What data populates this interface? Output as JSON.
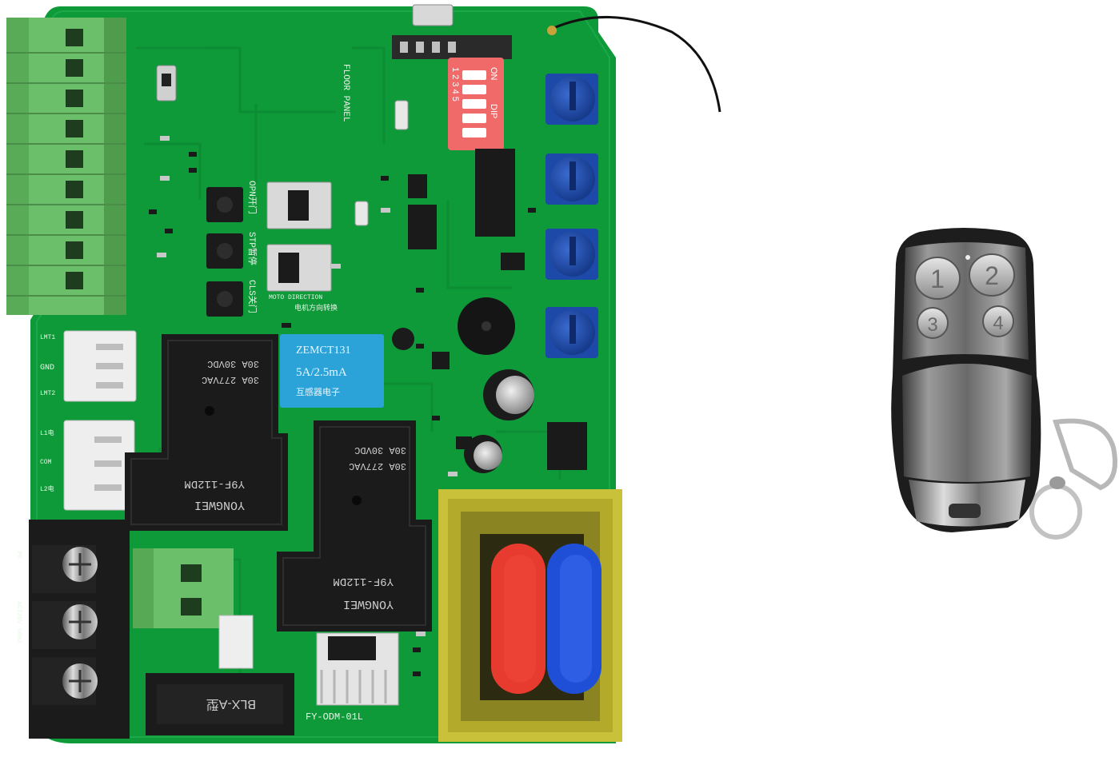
{
  "colors": {
    "pcb": "#0f9a3a",
    "pcb_dark": "#0a7a2c",
    "terminal_green": "#6cbf6a",
    "relay_black": "#1b1b1b",
    "current_sensor_blue": "#2ba3d8",
    "dip_red": "#f06a6a",
    "pot_blue": "#2457b8",
    "transformer_yellow": "#c9c13a",
    "coil_red": "#e63b2e",
    "coil_blue": "#1f4fd6",
    "remote_metal": "#8a8a8a"
  },
  "board": {
    "labels": {
      "floor_panel": "FLOOR PANEL",
      "dip_on": "ON",
      "dip_dip": "DIP",
      "dip_numbers": "1 2 3 4 5",
      "opn": "OPN开门",
      "stp": "STP暂停",
      "cls": "CLS关门",
      "moto_direction": "MOTO DIRECTION",
      "moto_direction_cn": "电机方向转换",
      "lmt1": "LMT1",
      "gnd": "GND",
      "lmt2": "LMT2",
      "l1": "L1电",
      "com": "COM",
      "l2": "L2电",
      "pe": "PE",
      "ac220": "AC220V 50Hz",
      "model": "FY-ODM-01L",
      "sensor_line1": "ZEMCT131",
      "sensor_line2": "5A/2.5mA",
      "sensor_line3": "互感器电子",
      "relay_brand": "YONGWEI",
      "relay_model": "Y9F-112DM",
      "relay_rating1": "30A 277VAC",
      "relay_rating2": "30A 30VDC",
      "fuse_label": "BLX-A型"
    }
  },
  "remote": {
    "buttons": [
      "1",
      "2",
      "3",
      "4"
    ]
  }
}
